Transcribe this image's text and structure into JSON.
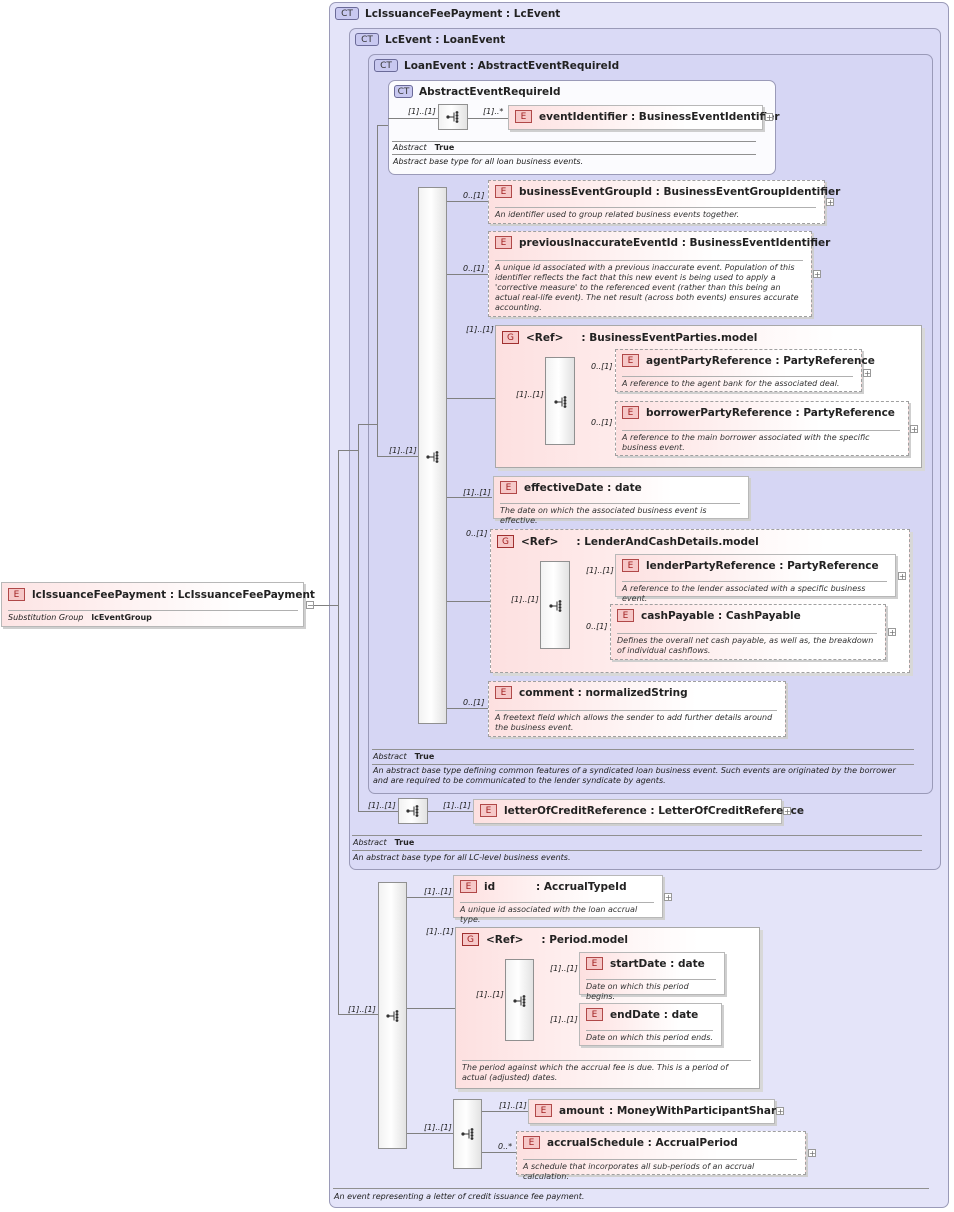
{
  "root": {
    "badge": "E",
    "title": "lcIssuanceFeePayment : LcIssuanceFeePayment",
    "subst_label": "Substitution Group",
    "subst_value": "lcEventGroup",
    "collapse": "−"
  },
  "outer": {
    "badge": "CT",
    "title": "LcIssuanceFeePayment : LcEvent",
    "desc": "An event representing a letter of credit issuance fee payment."
  },
  "lcevent": {
    "badge": "CT",
    "title": "LcEvent  : LoanEvent",
    "abstract_label": "Abstract",
    "abstract_value": "True",
    "desc": "An abstract base type for all LC-level business events."
  },
  "loanevent": {
    "badge": "CT",
    "title": "LoanEvent : AbstractEventRequireId",
    "abstract_label": "Abstract",
    "abstract_value": "True",
    "desc": "An abstract base type defining common features of a syndicated loan business event. Such events are originated by the borrower and are required to be communicated to the lender syndicate by agents."
  },
  "aer": {
    "badge": "CT",
    "title": "AbstractEventRequireId",
    "mult_in": "[1]..[1]",
    "mult_out": "[1]..*",
    "abstract_label": "Abstract",
    "abstract_value": "True",
    "desc": "Abstract base type for all loan business events."
  },
  "eventIdentifier": {
    "badge": "E",
    "title": "eventIdentifier : BusinessEventIdentifier"
  },
  "loan_seq_mult": "[1]..[1]",
  "businessEventGroupId": {
    "badge": "E",
    "mult": "0..[1]",
    "title": "businessEventGroupId : BusinessEventGroupIdentifier",
    "desc": "An identifier used to group related business events together."
  },
  "previousInaccurateEventId": {
    "badge": "E",
    "mult": "0..[1]",
    "title": "previousInaccurateEventId : BusinessEventIdentifier",
    "desc": "A unique id associated with a previous inaccurate event. Population of this identifier reflects the fact that this new event is being used to apply a 'corrective measure' to the referenced event (rather than this being an actual real-life event). The net result (across both events) ensures accurate accounting."
  },
  "bep": {
    "badge": "G",
    "mult": "[1]..[1]",
    "ref": "<Ref>",
    "title": ": BusinessEventParties.model",
    "seq_mult": "[1]..[1]"
  },
  "agentPartyReference": {
    "badge": "E",
    "mult": "0..[1]",
    "title": "agentPartyReference : PartyReference",
    "desc": "A reference to the agent bank for the associated deal."
  },
  "borrowerPartyReference": {
    "badge": "E",
    "mult": "0..[1]",
    "title": "borrowerPartyReference : PartyReference",
    "desc": "A reference to the main borrower associated with the specific business event."
  },
  "effectiveDate": {
    "badge": "E",
    "mult": "[1]..[1]",
    "title": "effectiveDate : date",
    "desc": "The date on which the associated business event is effective."
  },
  "lcd": {
    "badge": "G",
    "mult": "0..[1]",
    "ref": "<Ref>",
    "title": ": LenderAndCashDetails.model",
    "seq_mult": "[1]..[1]"
  },
  "lenderPartyReference": {
    "badge": "E",
    "mult": "[1]..[1]",
    "title": "lenderPartyReference : PartyReference",
    "desc": "A reference to the lender associated with a specific business event."
  },
  "cashPayable": {
    "badge": "E",
    "mult": "0..[1]",
    "title": "cashPayable : CashPayable",
    "desc": "Defines the overall net cash payable, as well as, the breakdown of individual cashflows."
  },
  "comment": {
    "badge": "E",
    "mult": "0..[1]",
    "title": "comment : normalizedString",
    "desc": "A freetext field which allows the sender to add further details around the business event."
  },
  "lcseq": {
    "mult_in": "[1]..[1]",
    "mult_out": "[1]..[1]"
  },
  "letterOfCreditReference": {
    "badge": "E",
    "title": "letterOfCreditReference : LetterOfCreditReference"
  },
  "fee_seq_mult": "[1]..[1]",
  "id": {
    "badge": "E",
    "mult": "[1]..[1]",
    "title": "id",
    "type": ": AccrualTypeId",
    "desc": "A unique id associated with the loan accrual type."
  },
  "period": {
    "badge": "G",
    "mult": "[1]..[1]",
    "ref": "<Ref>",
    "title": ": Period.model",
    "seq_mult": "[1]..[1]",
    "desc": "The period against which the accrual fee is due. This is a period of actual (adjusted) dates."
  },
  "startDate": {
    "badge": "E",
    "mult": "[1]..[1]",
    "title": "startDate : date",
    "desc": "Date on which this period begins."
  },
  "endDate": {
    "badge": "E",
    "mult": "[1]..[1]",
    "title": "endDate  : date",
    "desc": "Date on which this period ends."
  },
  "amtseq": {
    "mult": "[1]..[1]"
  },
  "amount": {
    "badge": "E",
    "mult": "[1]..[1]",
    "title": "amount",
    "type": ": MoneyWithParticipantShare"
  },
  "accrualSchedule": {
    "badge": "E",
    "mult": "0..*",
    "title": "accrualSchedule : AccrualPeriod",
    "desc": "A schedule that incorporates all sub-periods of an accrual calculation."
  },
  "plus": "+"
}
